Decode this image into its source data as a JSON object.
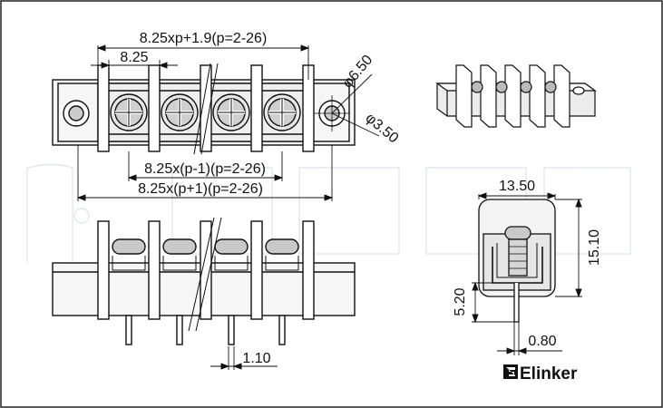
{
  "dimensions": {
    "overall_length": "8.25xp+1.9(p=2-26)",
    "pitch": "8.25",
    "hole_diameter_outer": "φ6.50",
    "hole_diameter_inner": "φ3.50",
    "pitch_span": "8.25x(p-1)(p=2-26)",
    "body_span": "8.25x(p+1)(p=2-26)",
    "pin_width": "1.10",
    "side_width": "13.50",
    "side_height": "15.10",
    "pin_length": "5.20",
    "pin_thickness": "0.80"
  },
  "brand": {
    "name": "Elinker",
    "logo": "elinker-logo-mark"
  },
  "colors": {
    "line": "#111111",
    "screw_fill": "#c9c9c9",
    "body_fill": "#f2f2f2",
    "watermark": "#dfe5ec"
  }
}
